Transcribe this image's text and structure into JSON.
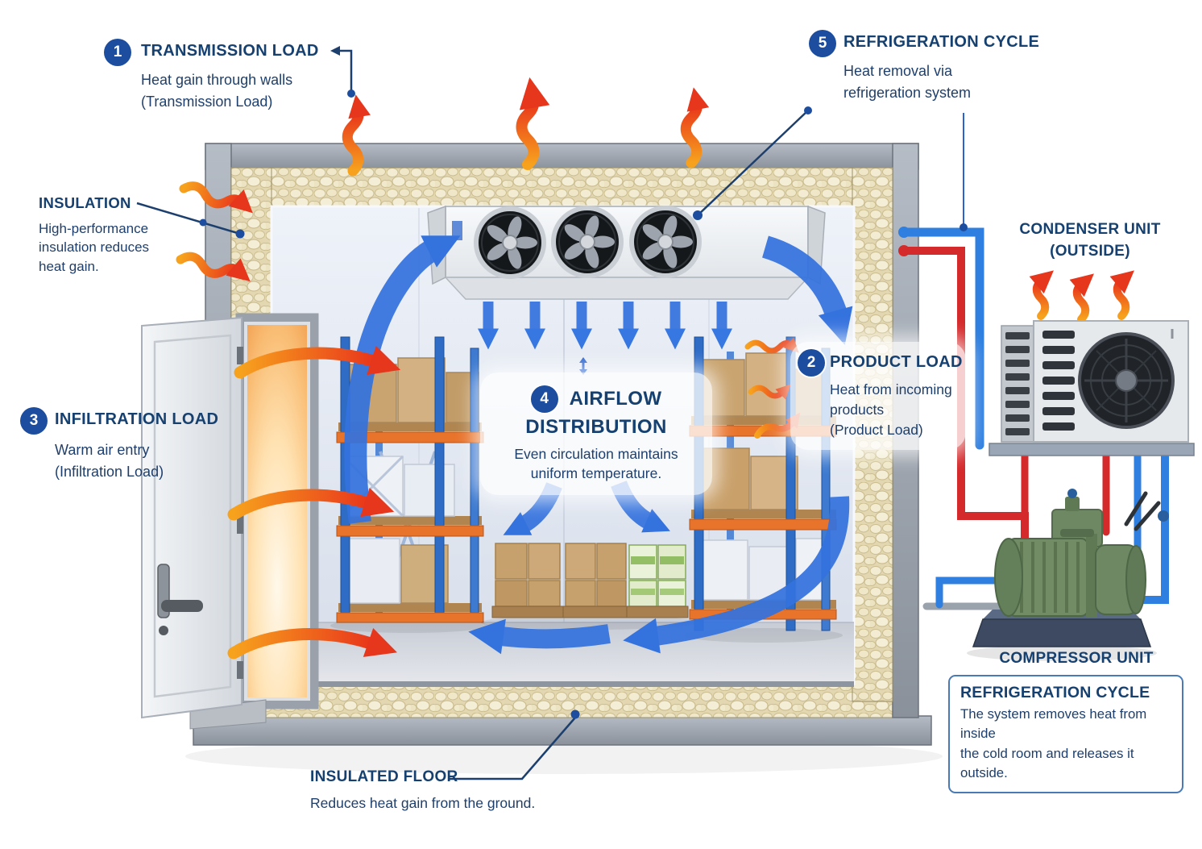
{
  "palette": {
    "heading_navy": "#15406f",
    "body_navy": "#1e3f6c",
    "badge_blue": "#1c4d9e",
    "panel_border_blue": "#4a7ab5",
    "heat_red": "#e6361b",
    "heat_orange": "#f7a21d",
    "airflow_blue": "#3472de",
    "insulation_cream": "#e7dcba",
    "rack_blue": "#2e6cc6",
    "rack_orange": "#e8742c",
    "compressor_green": "#728c66"
  },
  "callouts": {
    "transmission_load": {
      "number": "1",
      "title": "TRANSMISSION LOAD",
      "line1": "Heat gain through walls",
      "line2": "(Transmission Load)"
    },
    "product_load": {
      "number": "2",
      "title": "PRODUCT LOAD",
      "line1": "Heat from incoming",
      "line2": "products",
      "line3": "(Product Load)"
    },
    "infiltration_load": {
      "number": "3",
      "title": "INFILTRATION LOAD",
      "line1": "Warm air entry",
      "line2": "(Infiltration Load)"
    },
    "airflow_distribution": {
      "number": "4",
      "title_line1": "AIRFLOW",
      "title_line2": "DISTRIBUTION",
      "line1": "Even circulation maintains",
      "line2": "uniform temperature."
    },
    "refrigeration_cycle": {
      "number": "5",
      "title": "REFRIGERATION CYCLE",
      "line1": "Heat removal via",
      "line2": "refrigeration system"
    },
    "insulation": {
      "title": "INSULATION",
      "line1": "High-performance",
      "line2": "insulation reduces",
      "line3": "heat gain."
    },
    "condenser_unit": {
      "title_line1": "CONDENSER UNIT",
      "title_line2": "(OUTSIDE)"
    },
    "compressor_unit": {
      "title": "COMPRESSOR UNIT"
    },
    "insulated_floor": {
      "title": "INSULATED FLOOR",
      "line1": "Reduces heat gain from the ground."
    },
    "refrigeration_cycle_box": {
      "title": "REFRIGERATION CYCLE",
      "line1": "The system removes heat from inside",
      "line2": "the cold room and releases it outside."
    }
  }
}
